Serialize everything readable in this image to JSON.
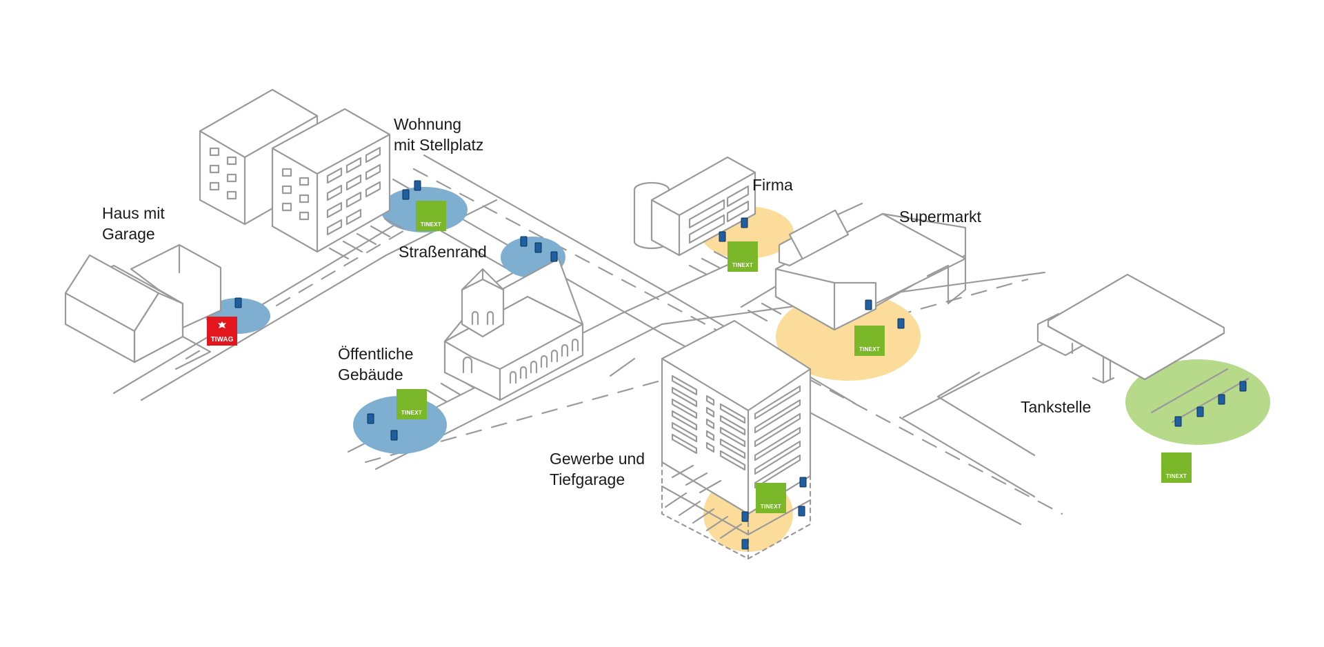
{
  "labels": {
    "haus": [
      "Haus mit",
      "Garage"
    ],
    "wohnung": [
      "Wohnung",
      "mit Stellplatz"
    ],
    "strassenrand": "Straßenrand",
    "firma": "Firma",
    "supermarkt": "Supermarkt",
    "oeffentlich": [
      "Öffentliche",
      "Gebäude"
    ],
    "gewerbe": [
      "Gewerbe und",
      "Tiefgarage"
    ],
    "tankstelle": "Tankstelle"
  },
  "logos": {
    "tinext": "TINEXT",
    "tiwag": "TIWAG"
  },
  "colors": {
    "blue_zone": "#7eaed0",
    "orange_zone": "#fbdc9a",
    "green_zone": "#b6d98a",
    "tinext_green": "#7ab829",
    "tiwag_red": "#e3151d",
    "charger": "#1f5fa0",
    "outline": "#9a9a9a"
  }
}
